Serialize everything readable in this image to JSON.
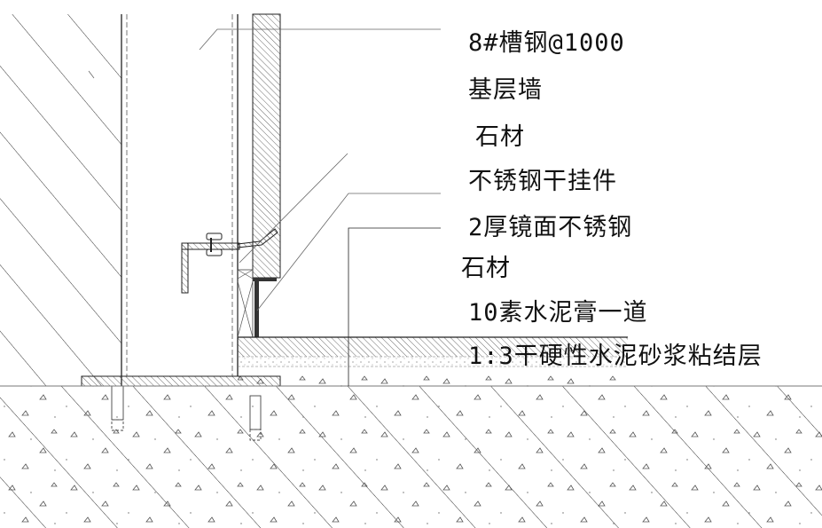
{
  "drawing": {
    "labels": [
      "8#槽钢@1000",
      "基层墙",
      "石材",
      "不锈钢干挂件",
      "2厚镜面不锈钢",
      "石材",
      "10素水泥膏一道",
      "1:3干硬性水泥砂浆粘结层"
    ],
    "line_color": "#222222"
  }
}
